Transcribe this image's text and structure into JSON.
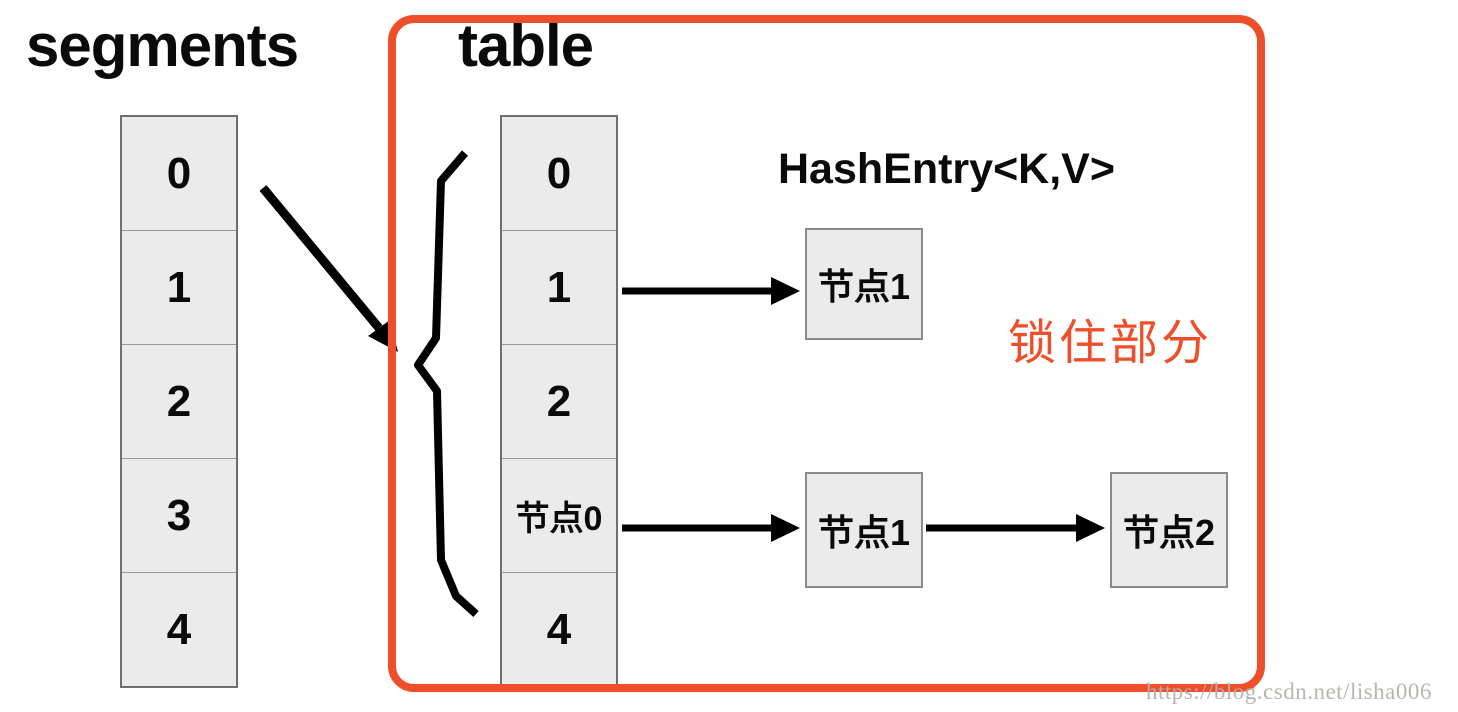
{
  "titles": {
    "segments": "segments",
    "table": "table"
  },
  "segments_column": {
    "cells": [
      "0",
      "1",
      "2",
      "3",
      "4"
    ]
  },
  "table_column": {
    "cells": [
      "0",
      "1",
      "2",
      "节点0",
      "4"
    ]
  },
  "hash_entry": {
    "type_label": "HashEntry<K,V>",
    "row1": [
      "节点1"
    ],
    "row2": [
      "节点1",
      "节点2"
    ]
  },
  "locked_region": {
    "label": "锁住部分"
  },
  "watermark": {
    "text": "https://blog.csdn.net/lisha006"
  },
  "colors": {
    "accent_red": "#ee4f2a",
    "cell_fill": "#ebebeb",
    "cell_border": "#8a8a8a",
    "arrow_black": "#000000",
    "watermark_gray": "#b2b2ac"
  },
  "icons": {
    "segment_pointer": "diagonal-arrow-icon",
    "brace": "curly-brace-icon",
    "links": "right-arrow-icon"
  }
}
